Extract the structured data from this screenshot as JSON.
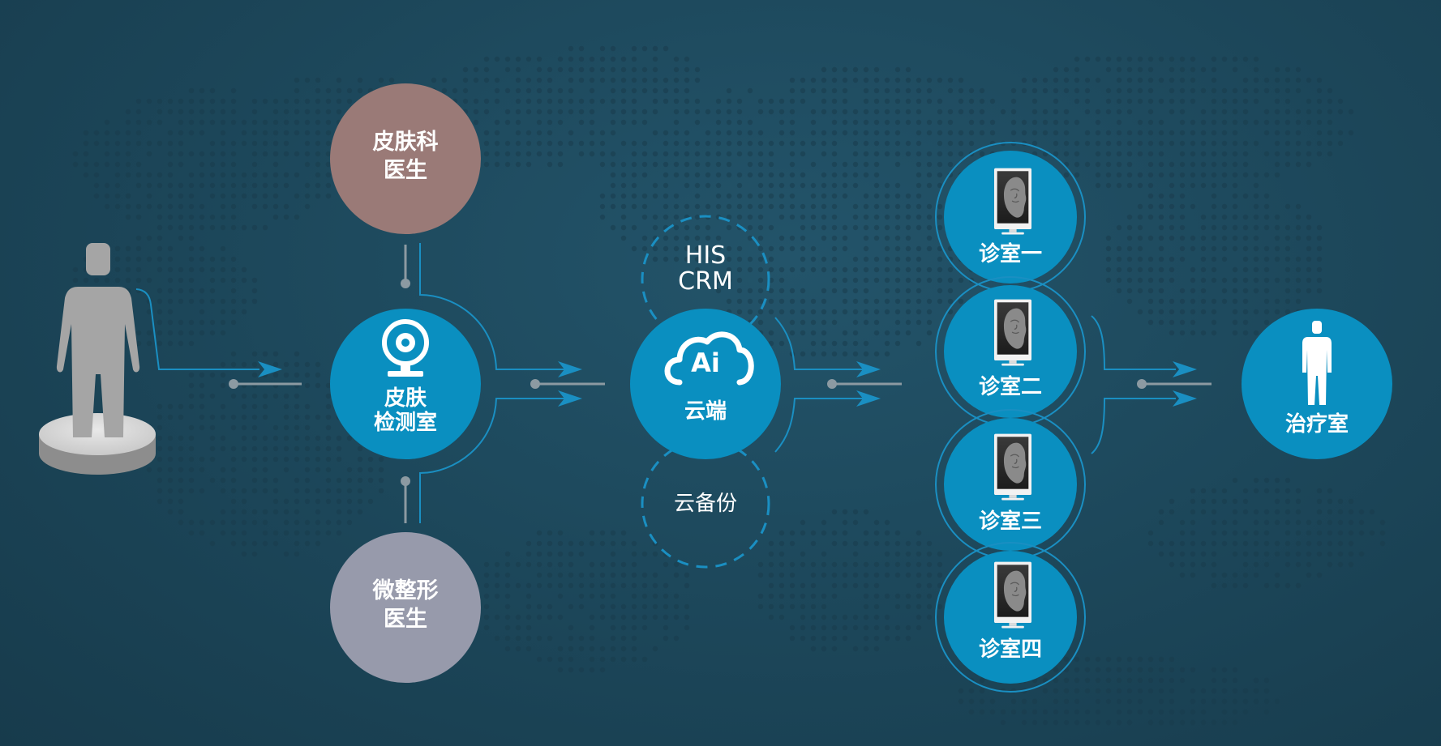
{
  "nodes": {
    "dermatologist": {
      "line1": "皮肤科",
      "line2": "医生"
    },
    "cosmetic_doctor": {
      "line1": "微整形",
      "line2": "医生"
    },
    "skin_lab": {
      "line1": "皮肤",
      "line2": "检测室"
    },
    "his_crm": {
      "line1": "HIS",
      "line2": "CRM"
    },
    "cloud": {
      "logo": "Ai",
      "label": "云端"
    },
    "cloud_backup": {
      "label": "云备份"
    },
    "rooms": [
      "诊室一",
      "诊室二",
      "诊室三",
      "诊室四"
    ],
    "treatment": {
      "label": "治疗室"
    }
  },
  "colors": {
    "accent_blue": "#0a8fc0",
    "dermatologist_circle": "#9a7a77",
    "cosmetic_circle": "#979aab",
    "connector_gray": "#8c9aa2",
    "person_gray": "#a5a5a5"
  }
}
